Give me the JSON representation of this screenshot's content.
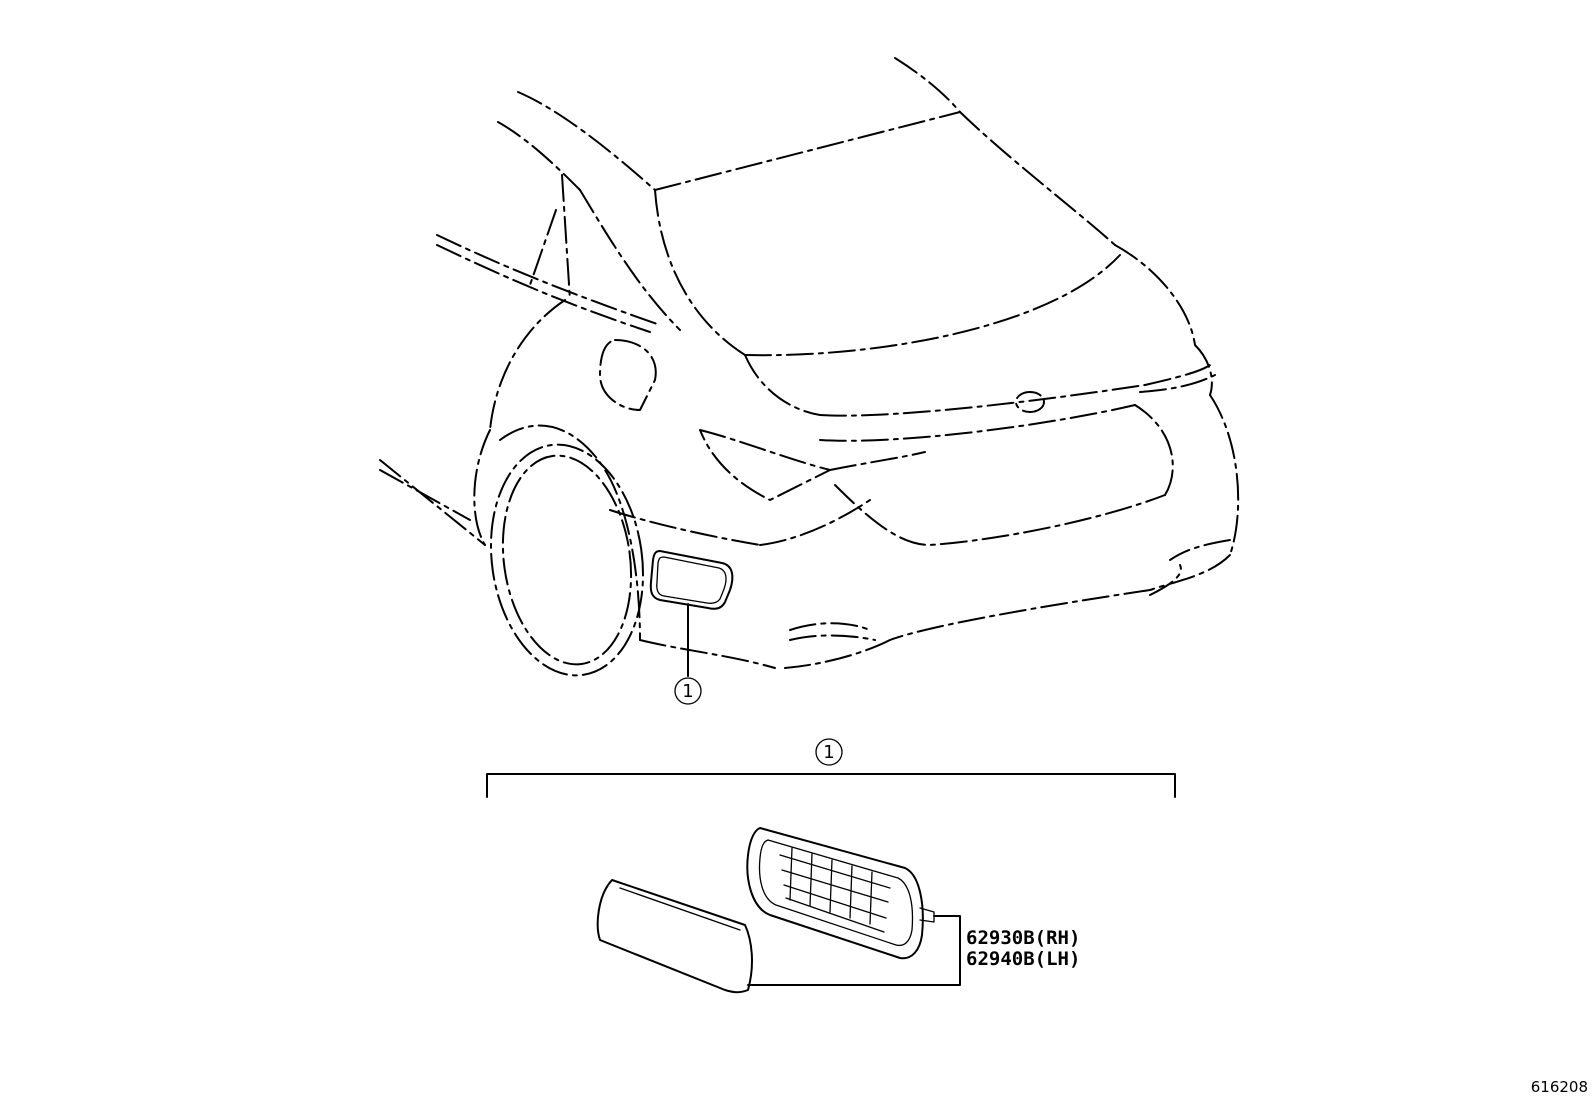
{
  "callout_number": "1",
  "part_numbers": [
    "62930B(RH)",
    "62940B(LH)"
  ],
  "illustration_id": "616208"
}
